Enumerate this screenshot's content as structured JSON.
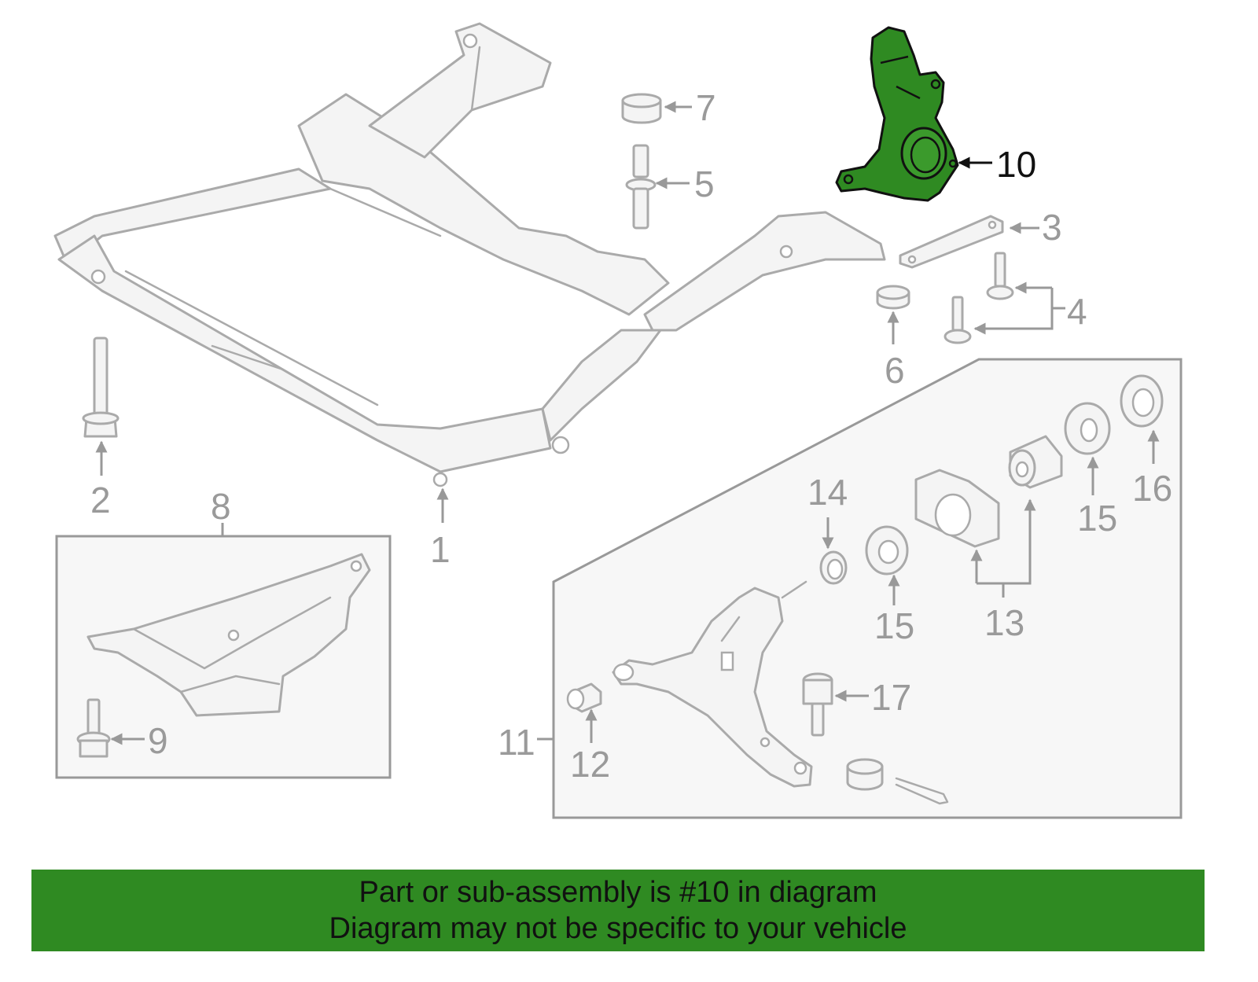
{
  "diagram": {
    "highlight_color": "#2f8a22",
    "selected_part": "10",
    "callouts": [
      "1",
      "2",
      "3",
      "4",
      "5",
      "6",
      "7",
      "8",
      "9",
      "10",
      "11",
      "12",
      "13",
      "14",
      "15",
      "15",
      "16",
      "17"
    ]
  },
  "banner": {
    "line1": "Part or sub-assembly is #10 in diagram",
    "line2": "Diagram may not be specific to your vehicle"
  }
}
